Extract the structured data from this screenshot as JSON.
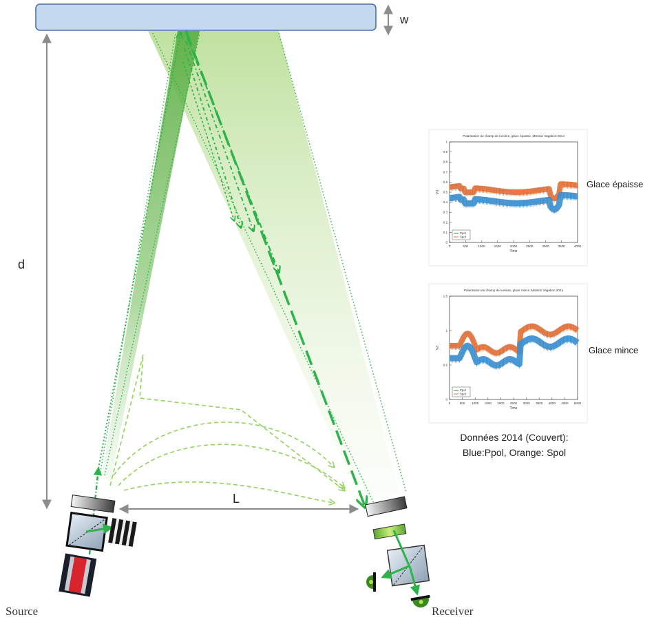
{
  "labels": {
    "w": "w",
    "d": "d",
    "L": "L",
    "source": "Source",
    "receiver": "Receiver"
  },
  "plots": [
    {
      "title": "Polarisation du champ de lumière, glace épaisse. Mission Vagabon 2014",
      "side_label": "Glace épaisse",
      "ylabel": "V/I",
      "xlabel": "Time",
      "x_ticks": [
        "0",
        "500",
        "1000",
        "1500",
        "2000",
        "2500",
        "3000",
        "3500",
        "4000"
      ],
      "y_ticks": [
        "0",
        "0.1",
        "0.2",
        "0.3",
        "0.4",
        "0.5",
        "0.6",
        "0.7",
        "0.8",
        "0.9",
        "1"
      ],
      "legend": [
        "Ppol",
        "Spol"
      ]
    },
    {
      "title": "Polarisation du champ de lumière, glace mince. Mission Vagabon 2014",
      "side_label": "Glace mince",
      "ylabel": "V/I",
      "xlabel": "Time",
      "x_ticks": [
        "0",
        "500",
        "1000",
        "1500",
        "2000",
        "2500",
        "3000",
        "3500",
        "4000",
        "4500",
        "5000"
      ],
      "y_ticks": [
        "0",
        "0.5",
        "1",
        "1.5"
      ],
      "legend": [
        "Ppol",
        "Spol"
      ]
    }
  ],
  "caption": {
    "line1": "Données 2014 (Couvert):",
    "line2": "Blue:Ppol, Orange: Spol"
  },
  "colors": {
    "ice": "#c5d9f1",
    "ice_border": "#4a6fa5",
    "beam_green": "#2db34a",
    "scatter_green": "#8fd45a",
    "cone_green": "#c7e3a9",
    "ppol": "#3b8fd0",
    "spol": "#e0703a",
    "arrow_gray": "#8c8c8c"
  }
}
